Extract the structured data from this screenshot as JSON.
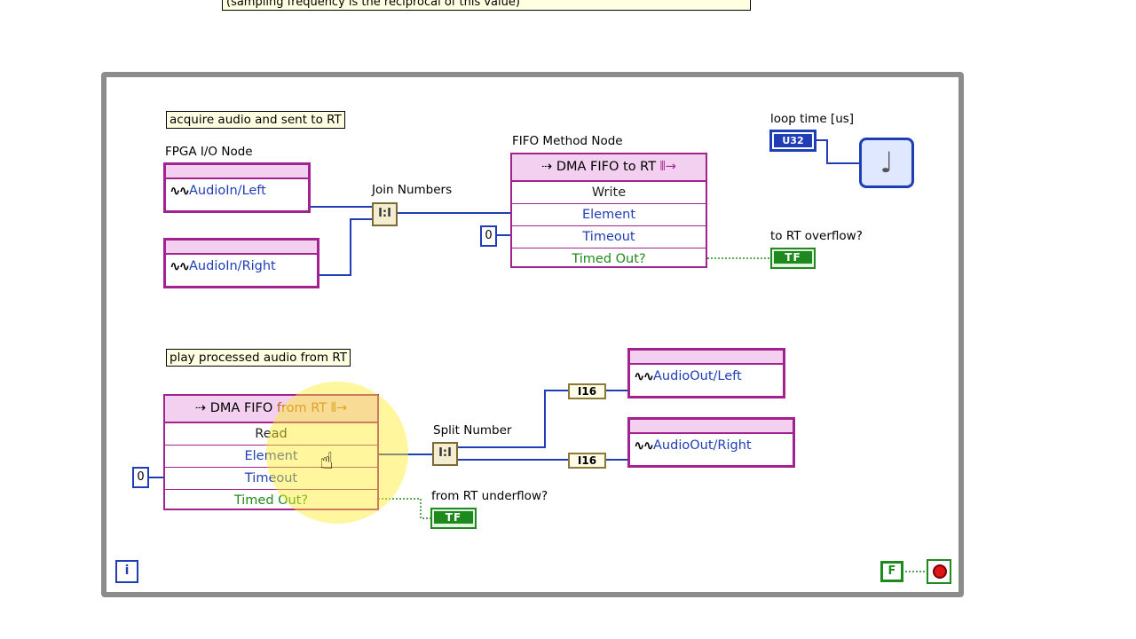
{
  "top_comment": "(sampling frequency is the reciprocal of this value)",
  "acquire": {
    "comment": "acquire audio and sent to RT",
    "fpga_label": "FPGA I/O Node",
    "left_channel": "AudioIn/Left",
    "right_channel": "AudioIn/Right",
    "join_label": "Join Numbers",
    "join_glyph": "I:I",
    "fifo_label": "FIFO Method Node",
    "fifo_title": "DMA FIFO to RT",
    "fifo_rows": [
      "Write",
      "Element",
      "Timeout",
      "Timed Out?"
    ],
    "timeout_const": "0",
    "overflow_label": "to RT overflow?",
    "tf": "TF"
  },
  "timer": {
    "label": "loop time [us]",
    "type": "U32",
    "icon": "metronome-icon"
  },
  "play": {
    "comment": "play processed audio from RT",
    "fifo_title_a": "DMA FIFO ",
    "fifo_title_b": "from RT",
    "fifo_rows": [
      "Read",
      "Element",
      "Timeout",
      "Timed Out?"
    ],
    "timeout_const": "0",
    "split_label": "Split Number",
    "split_glyph": "I:I",
    "i16": "I16",
    "out_left": "AudioOut/Left",
    "out_right": "AudioOut/Right",
    "underflow_label": "from RT underflow?",
    "tf": "TF"
  },
  "loop": {
    "iteration": "i",
    "false_const": "F",
    "stop_icon": "stop-icon"
  },
  "colors": {
    "fpga_pink": "#a2238f",
    "wire_blue": "#1f3eb5",
    "bool_green": "#1e8a1e",
    "loop_gray": "#8c8c8c"
  }
}
